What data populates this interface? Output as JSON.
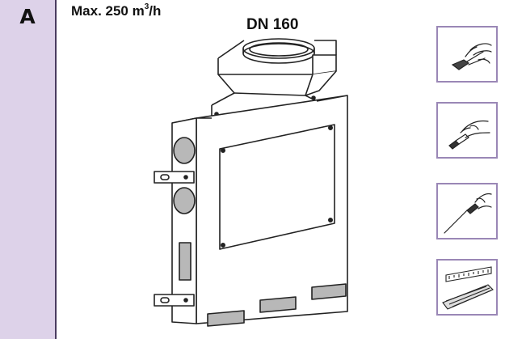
{
  "sidebar": {
    "section_letter": "A",
    "color": "#ddd2e9",
    "border_color": "#4a3c60"
  },
  "labels": {
    "max_flow_prefix": "Max. 250 m",
    "max_flow_superscript": "3",
    "max_flow_suffix": "/h",
    "duct_diameter": "DN 160"
  },
  "illustration": {
    "subject": "ventilation-box-with-duct-connector",
    "line_color": "#222222",
    "panel_fill": "#b8b8b8"
  },
  "tools": [
    {
      "icon": "side-cutter-pliers-icon"
    },
    {
      "icon": "utility-knife-icon"
    },
    {
      "icon": "screwdriver-icon"
    },
    {
      "icon": "measuring-ruler-icon"
    }
  ],
  "tool_frame_color": "#9a87b6"
}
